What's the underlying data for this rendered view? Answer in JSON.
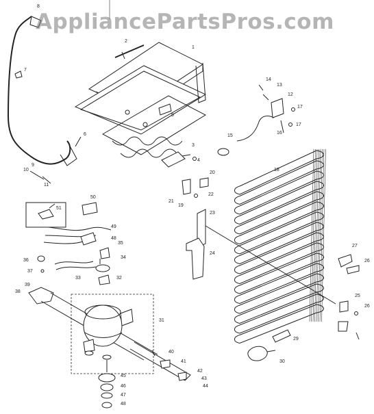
{
  "watermark": "AppliancePartsPros.com",
  "callouts": [
    {
      "id": "c1",
      "label": "1"
    },
    {
      "id": "c2",
      "label": "2"
    },
    {
      "id": "c3",
      "label": "3"
    },
    {
      "id": "c4",
      "label": "4"
    },
    {
      "id": "c5",
      "label": "5"
    },
    {
      "id": "c6",
      "label": "6"
    },
    {
      "id": "c7",
      "label": "7"
    },
    {
      "id": "c8",
      "label": "8"
    },
    {
      "id": "c9",
      "label": "9"
    },
    {
      "id": "c10",
      "label": "10"
    },
    {
      "id": "c11",
      "label": "11"
    },
    {
      "id": "c12",
      "label": "12"
    },
    {
      "id": "c13",
      "label": "13"
    },
    {
      "id": "c14",
      "label": "14"
    },
    {
      "id": "c15",
      "label": "15"
    },
    {
      "id": "c16",
      "label": "16"
    },
    {
      "id": "c17a",
      "label": "17"
    },
    {
      "id": "c17b",
      "label": "17"
    },
    {
      "id": "c18",
      "label": "18"
    },
    {
      "id": "c19",
      "label": "19"
    },
    {
      "id": "c20",
      "label": "20"
    },
    {
      "id": "c21",
      "label": "21"
    },
    {
      "id": "c22",
      "label": "22"
    },
    {
      "id": "c23",
      "label": "23"
    },
    {
      "id": "c24",
      "label": "24"
    },
    {
      "id": "c25",
      "label": "25"
    },
    {
      "id": "c26a",
      "label": "26"
    },
    {
      "id": "c26b",
      "label": "26"
    },
    {
      "id": "c27",
      "label": "27"
    },
    {
      "id": "c29",
      "label": "29"
    },
    {
      "id": "c30",
      "label": "30"
    },
    {
      "id": "c31",
      "label": "31"
    },
    {
      "id": "c32",
      "label": "32"
    },
    {
      "id": "c33",
      "label": "33"
    },
    {
      "id": "c34",
      "label": "34"
    },
    {
      "id": "c35",
      "label": "35"
    },
    {
      "id": "c36",
      "label": "36"
    },
    {
      "id": "c37",
      "label": "37"
    },
    {
      "id": "c38",
      "label": "38"
    },
    {
      "id": "c39",
      "label": "39"
    },
    {
      "id": "c40",
      "label": "40"
    },
    {
      "id": "c41",
      "label": "41"
    },
    {
      "id": "c42",
      "label": "42"
    },
    {
      "id": "c43",
      "label": "43"
    },
    {
      "id": "c44",
      "label": "44"
    },
    {
      "id": "c45",
      "label": "45"
    },
    {
      "id": "c46",
      "label": "46"
    },
    {
      "id": "c47",
      "label": "47"
    },
    {
      "id": "c48a",
      "label": "48"
    },
    {
      "id": "c48b",
      "label": "48"
    },
    {
      "id": "c49",
      "label": "49"
    },
    {
      "id": "c50",
      "label": "50"
    },
    {
      "id": "c51",
      "label": "51"
    }
  ]
}
